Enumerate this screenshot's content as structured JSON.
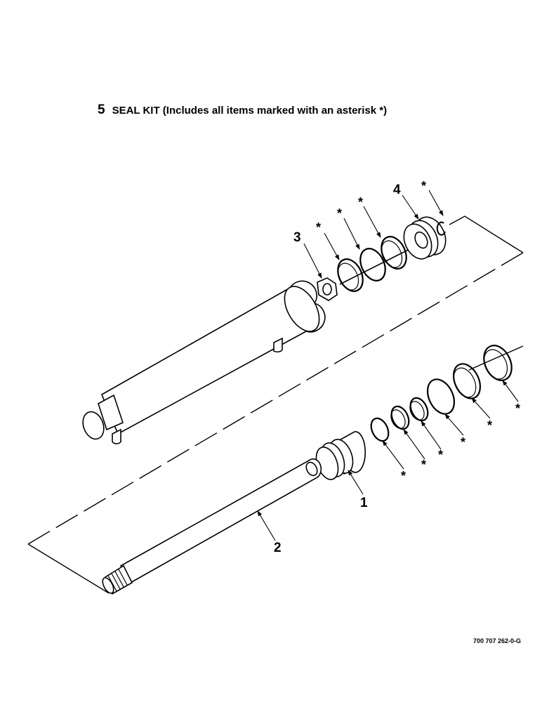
{
  "title": {
    "number": "5",
    "text": "SEAL KIT (Includes all items marked with an asterisk *)"
  },
  "callouts": {
    "c1": "1",
    "c2": "2",
    "c3": "3",
    "c4": "4"
  },
  "asterisk": "*",
  "reference_code": "700 707 262-0-G"
}
